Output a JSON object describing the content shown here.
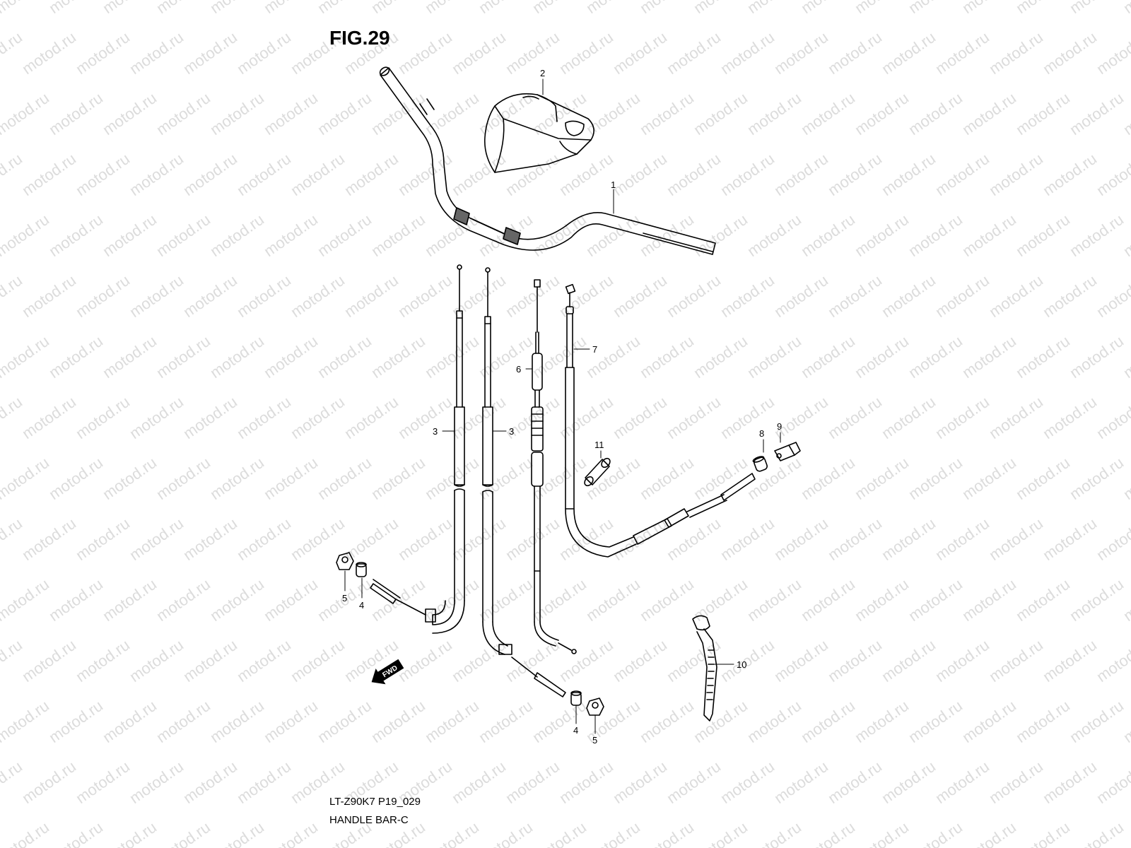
{
  "figure": {
    "title": "FIG.29"
  },
  "footer": {
    "model_code": "LT-Z90K7 P19_029",
    "section_name": "HANDLE BAR-C"
  },
  "watermark": {
    "text": "motod.ru"
  },
  "parts": {
    "p1": "1",
    "p2": "2",
    "p3a": "3",
    "p3b": "3",
    "p4a": "4",
    "p4b": "4",
    "p5a": "5",
    "p5b": "5",
    "p6": "6",
    "p7": "7",
    "p8": "8",
    "p9": "9",
    "p10": "10",
    "p11": "11"
  },
  "direction_arrow": {
    "label": "FWD"
  }
}
